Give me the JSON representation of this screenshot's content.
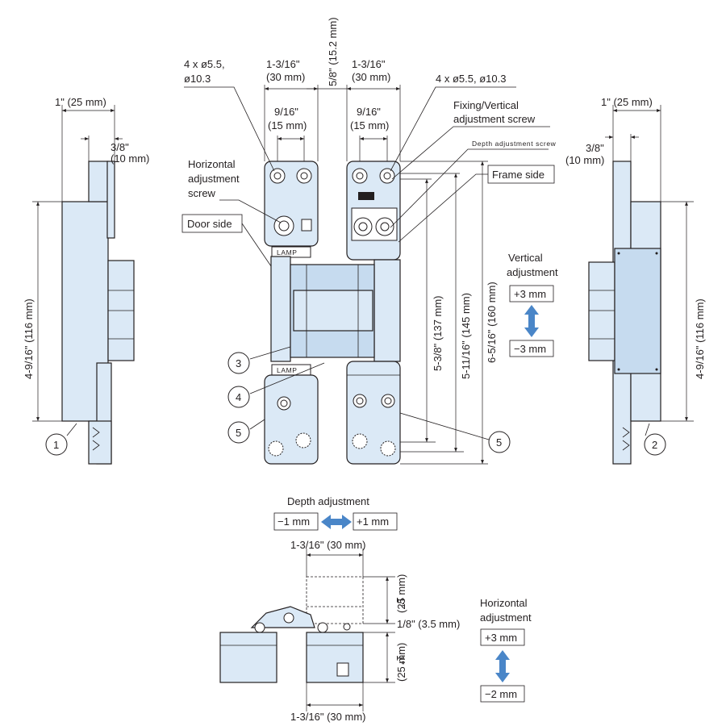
{
  "colors": {
    "part_fill": "#dbe9f6",
    "arrow_blue": "#4a86c8",
    "line": "#231f20"
  },
  "left_side": {
    "dim_top": "1\" (25 mm)",
    "dim_inner": "3/8\"",
    "dim_inner_mm": "(10 mm)",
    "dim_height": "4-9/16\" (116 mm)",
    "callout": "1"
  },
  "right_side": {
    "dim_top": "1\" (25 mm)",
    "dim_inner": "3/8\"",
    "dim_inner_mm": "(10 mm)",
    "dim_height": "4-9/16\" (116 mm)",
    "callout": "2"
  },
  "front": {
    "holes_left_1": "4 x ø5.5,",
    "holes_left_2": "ø10.3",
    "holes_right": "4 x ø5.5, ø10.3",
    "w_left_1": "1-3/16\"",
    "w_left_2": "(30 mm)",
    "w_right_1": "1-3/16\"",
    "w_right_2": "(30 mm)",
    "gap": "5/8\" (15.2 mm)",
    "pitch_left_1": "9/16\"",
    "pitch_left_2": "(15 mm)",
    "pitch_right_1": "9/16\"",
    "pitch_right_2": "(15 mm)",
    "horiz_screw_1": "Horizontal",
    "horiz_screw_2": "adjustment",
    "horiz_screw_3": "screw",
    "door_side": "Door side",
    "fix_screw_1": "Fixing/Vertical",
    "fix_screw_2": "adjustment screw",
    "depth_screw": "Depth adjustment screw",
    "frame_side": "Frame side",
    "h1": "5-3/8\" (137 mm)",
    "h2": "5-11/16\" (145 mm)",
    "h3": "6-5/16\" (160 mm)",
    "brand": "LAMP",
    "callout_3": "3",
    "callout_4": "4",
    "callout_5a": "5",
    "callout_5b": "5"
  },
  "vertical_adj": {
    "label_1": "Vertical",
    "label_2": "adjustment",
    "plus": "+3 mm",
    "minus": "−3 mm"
  },
  "depth_adj": {
    "label": "Depth adjustment",
    "minus": "−1 mm",
    "plus": "+1 mm"
  },
  "top_view": {
    "width_top": "1-3/16\" (30 mm)",
    "width_bottom": "1-3/16\" (30 mm)",
    "depth_top_1": "1\"",
    "depth_top_2": "(25 mm)",
    "gap": "1/8\" (3.5 mm)",
    "depth_bottom_1": "1\"",
    "depth_bottom_2": "(25 mm)"
  },
  "horizontal_adj": {
    "label_1": "Horizontal",
    "label_2": "adjustment",
    "plus": "+3 mm",
    "minus": "−2 mm"
  }
}
